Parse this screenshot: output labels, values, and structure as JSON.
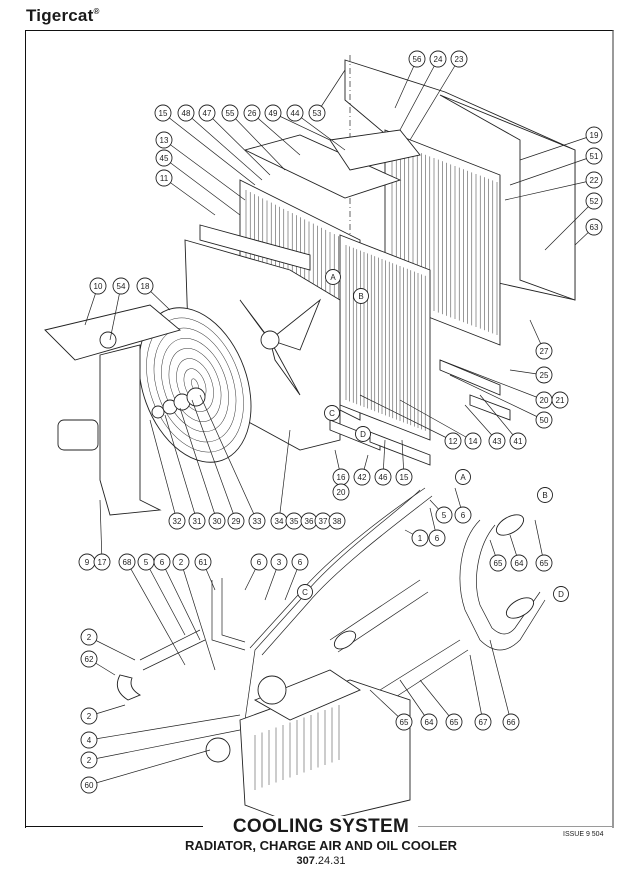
{
  "document": {
    "brand": "Tigercat",
    "brand_mark": "®",
    "title": "COOLING SYSTEM",
    "subtitle": "RADIATOR, CHARGE AIR AND OIL COOLER",
    "page_number_bold": "307",
    "page_number_rest": ".24.31",
    "issue": "ISSUE 9 504"
  },
  "diagram": {
    "type": "exploded-parts-view",
    "callouts": [
      {
        "id": "c56",
        "label": "56"
      },
      {
        "id": "c24",
        "label": "24"
      },
      {
        "id": "c23",
        "label": "23"
      },
      {
        "id": "c53",
        "label": "53"
      },
      {
        "id": "c15a",
        "label": "15"
      },
      {
        "id": "c48",
        "label": "48"
      },
      {
        "id": "c47",
        "label": "47"
      },
      {
        "id": "c55",
        "label": "55"
      },
      {
        "id": "c26",
        "label": "26"
      },
      {
        "id": "c49",
        "label": "49"
      },
      {
        "id": "c44",
        "label": "44"
      },
      {
        "id": "c13",
        "label": "13"
      },
      {
        "id": "c45",
        "label": "45"
      },
      {
        "id": "c11",
        "label": "11"
      },
      {
        "id": "c19",
        "label": "19"
      },
      {
        "id": "c51",
        "label": "51"
      },
      {
        "id": "c22",
        "label": "22"
      },
      {
        "id": "c52",
        "label": "52"
      },
      {
        "id": "c63",
        "label": "63"
      },
      {
        "id": "c10",
        "label": "10"
      },
      {
        "id": "c54",
        "label": "54"
      },
      {
        "id": "c18",
        "label": "18"
      },
      {
        "id": "c27",
        "label": "27"
      },
      {
        "id": "c25",
        "label": "25"
      },
      {
        "id": "c20a",
        "label": "20"
      },
      {
        "id": "c21",
        "label": "21"
      },
      {
        "id": "c50",
        "label": "50"
      },
      {
        "id": "c12",
        "label": "12"
      },
      {
        "id": "c14",
        "label": "14"
      },
      {
        "id": "c43",
        "label": "43"
      },
      {
        "id": "c41",
        "label": "41"
      },
      {
        "id": "c16",
        "label": "16"
      },
      {
        "id": "c20b",
        "label": "20"
      },
      {
        "id": "c42",
        "label": "42"
      },
      {
        "id": "c46",
        "label": "46"
      },
      {
        "id": "c15b",
        "label": "15"
      },
      {
        "id": "c32",
        "label": "32"
      },
      {
        "id": "c31",
        "label": "31"
      },
      {
        "id": "c30",
        "label": "30"
      },
      {
        "id": "c29",
        "label": "29"
      },
      {
        "id": "c33",
        "label": "33"
      },
      {
        "id": "c34",
        "label": "34"
      },
      {
        "id": "c35",
        "label": "35"
      },
      {
        "id": "c36",
        "label": "36"
      },
      {
        "id": "c37",
        "label": "37"
      },
      {
        "id": "c38",
        "label": "38"
      },
      {
        "id": "c9",
        "label": "9"
      },
      {
        "id": "c17",
        "label": "17"
      },
      {
        "id": "c68",
        "label": "68"
      },
      {
        "id": "c5a",
        "label": "5"
      },
      {
        "id": "c6a",
        "label": "6"
      },
      {
        "id": "c2a",
        "label": "2"
      },
      {
        "id": "c61",
        "label": "61"
      },
      {
        "id": "c6b",
        "label": "6"
      },
      {
        "id": "c3",
        "label": "3"
      },
      {
        "id": "c6c",
        "label": "6"
      },
      {
        "id": "c5b",
        "label": "5"
      },
      {
        "id": "c6d",
        "label": "6"
      },
      {
        "id": "c1",
        "label": "1"
      },
      {
        "id": "c6e",
        "label": "6"
      },
      {
        "id": "c65a",
        "label": "65"
      },
      {
        "id": "c64a",
        "label": "64"
      },
      {
        "id": "c65b",
        "label": "65"
      },
      {
        "id": "c2b",
        "label": "2"
      },
      {
        "id": "c62",
        "label": "62"
      },
      {
        "id": "c2c",
        "label": "2"
      },
      {
        "id": "c4",
        "label": "4"
      },
      {
        "id": "c2d",
        "label": "2"
      },
      {
        "id": "c60",
        "label": "60"
      },
      {
        "id": "c65c",
        "label": "65"
      },
      {
        "id": "c64b",
        "label": "64"
      },
      {
        "id": "c65d",
        "label": "65"
      },
      {
        "id": "c67",
        "label": "67"
      },
      {
        "id": "c66",
        "label": "66"
      }
    ],
    "connection_markers": [
      {
        "id": "mA1",
        "label": "A"
      },
      {
        "id": "mB1",
        "label": "B"
      },
      {
        "id": "mC1",
        "label": "C"
      },
      {
        "id": "mD1",
        "label": "D"
      },
      {
        "id": "mA2",
        "label": "A"
      },
      {
        "id": "mB2",
        "label": "B"
      },
      {
        "id": "mC2",
        "label": "C"
      },
      {
        "id": "mD2",
        "label": "D"
      }
    ]
  }
}
